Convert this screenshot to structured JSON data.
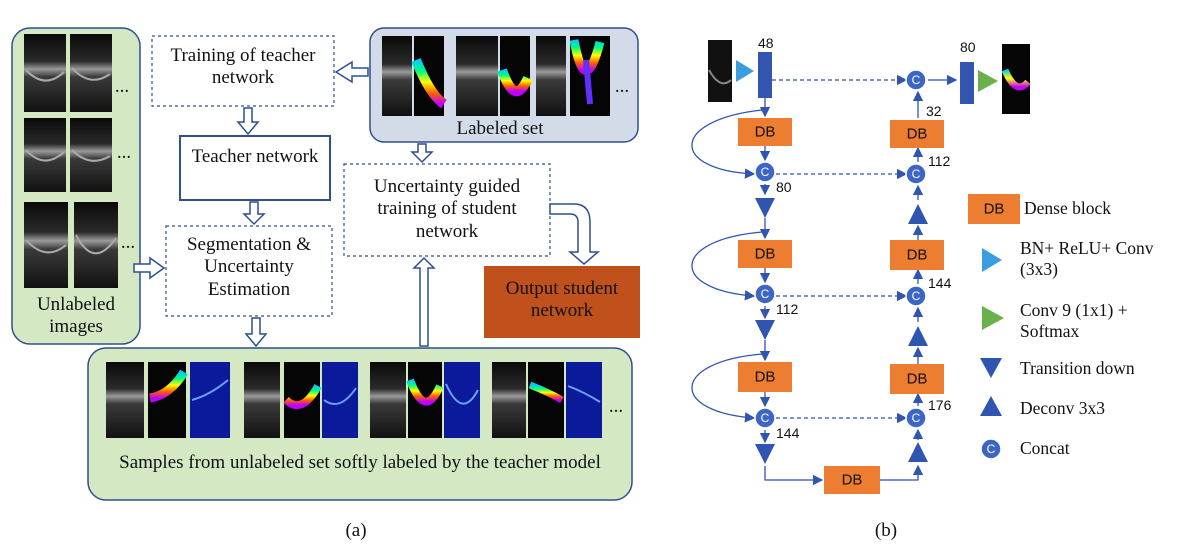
{
  "panel_a": {
    "unlabeled_images_label": "Unlabeled images",
    "labeled_set_label": "Labeled set",
    "training_teacher_label": "Training of teacher network",
    "teacher_network_label": "Teacher network",
    "segmentation_label": "Segmentation & Uncertainty Estimation",
    "uncertainty_training_label": "Uncertainty guided training of student network",
    "output_student_label": "Output student network",
    "samples_label": "Samples from unlabeled set softly labeled by the teacher model",
    "ellipsis": "...",
    "caption": "(a)"
  },
  "panel_b": {
    "dense_block": "DB",
    "concat": "C",
    "numbers": {
      "input_channels": "48",
      "output_channels": "80",
      "up_top": "32",
      "up_112": "112",
      "up_144": "144",
      "up_176": "176",
      "down_80": "80",
      "down_112": "112",
      "down_144": "144"
    },
    "legend": {
      "dense_block": "Dense block",
      "bn_relu_conv": "BN+ ReLU+ Conv (3x3)",
      "conv_softmax": "Conv 9 (1x1) + Softmax",
      "transition_down": "Transition down",
      "deconv": "Deconv 3x3",
      "concat": "Concat"
    },
    "caption": "(b)"
  },
  "colors": {
    "panel_green": "#d4e8c4",
    "panel_gray": "#d4dbe8",
    "border_navy": "#2f4f8f",
    "db_orange": "#ed7d31",
    "output_brown": "#c0501c",
    "triangle_blue": "#2f55b0",
    "concat_blue": "#3d66c4",
    "bn_blue": "#3b9de0",
    "softmax_green": "#6ab04c"
  }
}
